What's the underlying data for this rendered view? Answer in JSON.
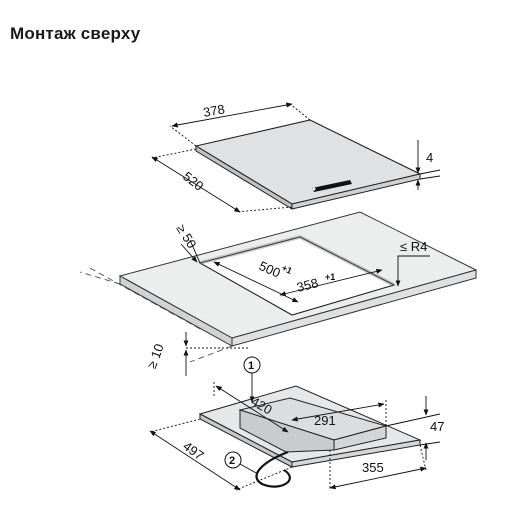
{
  "page": {
    "title": "Монтаж сверху"
  },
  "cooktop": {
    "width": "378",
    "depth": "520",
    "thickness": "4"
  },
  "cutout": {
    "min_edge_distance": "≥ 50",
    "radius": "≤ R4",
    "depth": "500",
    "depth_tol": "+1",
    "width": "358",
    "width_tol": "+1",
    "min_counter_gap": "≥ 10"
  },
  "unit": {
    "marker_1": "1",
    "marker_2": "2",
    "upper_depth": "420",
    "upper_width": "291",
    "height": "47",
    "base_depth": "497",
    "base_width": "355"
  }
}
